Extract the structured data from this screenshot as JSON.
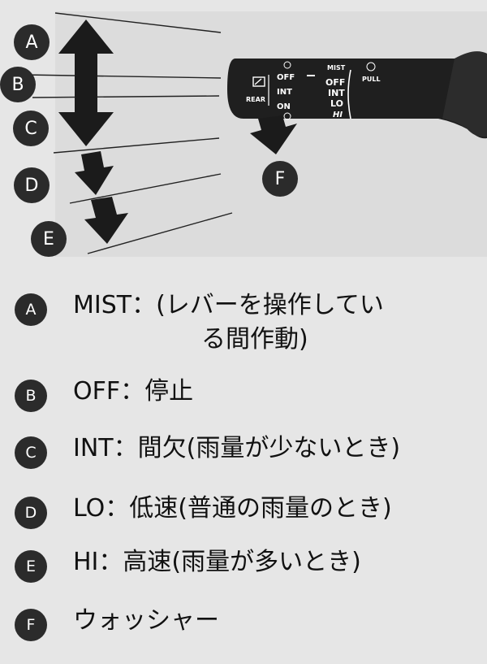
{
  "figure": {
    "lever_labels": {
      "off": "OFF",
      "int": "INT",
      "on": "ON",
      "rear": "REAR",
      "mist": "MIST",
      "off2": "OFF",
      "int2": "INT",
      "lo": "LO",
      "hi": "HI",
      "pull": "PULL"
    },
    "badges": {
      "a": "A",
      "b": "B",
      "c": "C",
      "d": "D",
      "e": "E",
      "f": "F"
    }
  },
  "legend": [
    {
      "badge": "A",
      "line1": "MIST：(レバーを操作してい",
      "line2": "る間作動)"
    },
    {
      "badge": "B",
      "line1": "OFF：停止"
    },
    {
      "badge": "C",
      "line1": "INT：間欠(雨量が少ないとき)"
    },
    {
      "badge": "D",
      "line1": "LO：低速(普通の雨量のとき)"
    },
    {
      "badge": "E",
      "line1": "HI：高速(雨量が多いとき)"
    },
    {
      "badge": "F",
      "line1": "ウォッシャー"
    }
  ]
}
